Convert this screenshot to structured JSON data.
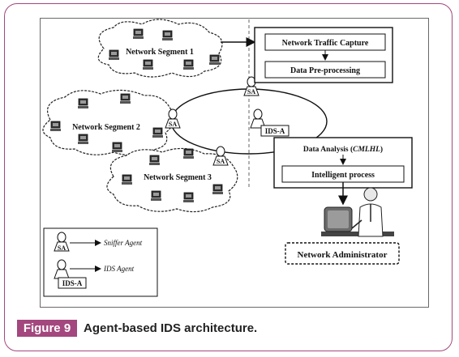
{
  "diagram": {
    "segments": [
      "Network Segment 1",
      "Network Segment 2",
      "Network Segment 3"
    ],
    "capture_box": "Network Traffic Capture",
    "preprocess_box": "Data Pre-processing",
    "analysis_prefix": "Data Analysis (",
    "analysis_method": "CMLHL",
    "analysis_suffix": ")",
    "intelligent_box": "Intelligent process",
    "admin_box": "Network Administrator",
    "sa_label": "SA",
    "ids_label": "IDS-A",
    "legend": {
      "sniffer_label": "Sniffer Agent",
      "ids_agent_label": "IDS Agent",
      "sa_tag": "SA",
      "ids_tag": "IDS-A"
    }
  },
  "caption": {
    "label": "Figure 9",
    "text": "Agent-based IDS architecture."
  },
  "colors": {
    "frame": "#a3477e",
    "badge": "#a3477e"
  }
}
